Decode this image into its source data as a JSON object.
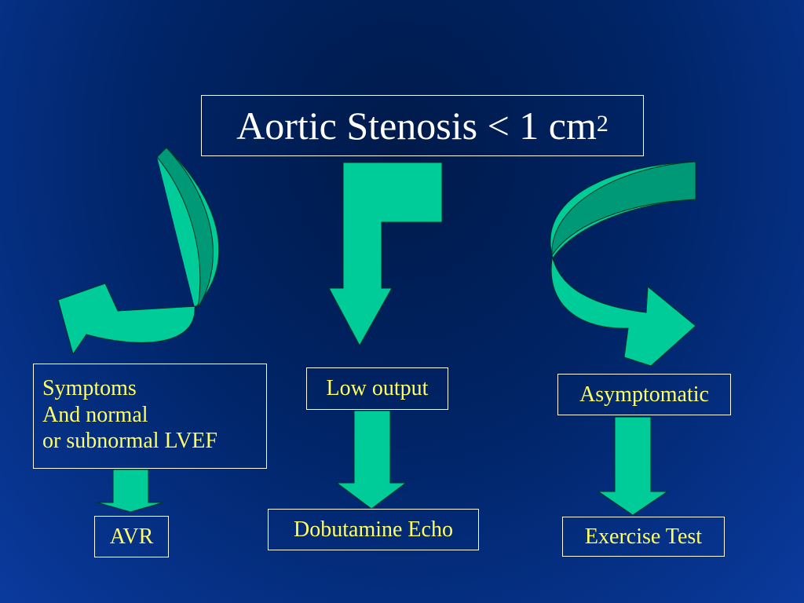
{
  "title": {
    "main": "Aortic Stenosis < 1 cm",
    "superscript": "2"
  },
  "branches": {
    "symptoms": {
      "lines": [
        "Symptoms",
        "And normal",
        "or subnormal LVEF"
      ]
    },
    "low_output": "Low output",
    "asymptomatic": "Asymptomatic"
  },
  "outcomes": {
    "avr": "AVR",
    "dobutamine_echo": "Dobutamine Echo",
    "exercise_test": "Exercise Test"
  },
  "colors": {
    "arrow_fill": "#00cc99",
    "arrow_dark": "#009977",
    "text_title": "#ffffff",
    "text_labels": "#ffff66"
  }
}
